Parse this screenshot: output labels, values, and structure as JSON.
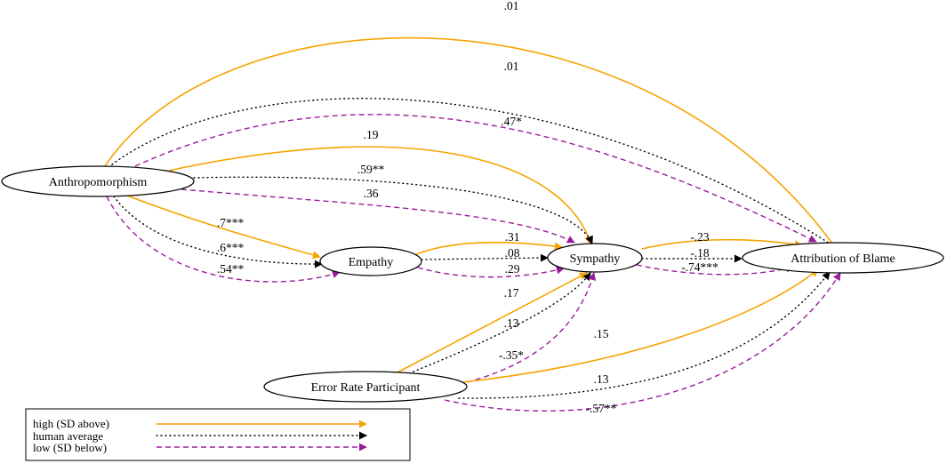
{
  "colors": {
    "high": "#F5A400",
    "avg": "#000000",
    "low": "#9B1C9B"
  },
  "nodes": {
    "anthro": "Anthropomorphism",
    "empathy": "Empathy",
    "sympathy": "Sympathy",
    "blame": "Attribution of Blame",
    "error": "Error Rate Participant"
  },
  "edges": [
    {
      "from": "anthro",
      "to": "blame",
      "group": "high",
      "label": ".01"
    },
    {
      "from": "anthro",
      "to": "blame",
      "group": "avg",
      "label": ".01"
    },
    {
      "from": "anthro",
      "to": "blame",
      "group": "low",
      "label": ".47*"
    },
    {
      "from": "anthro",
      "to": "sympathy",
      "group": "high",
      "label": ".19"
    },
    {
      "from": "anthro",
      "to": "sympathy",
      "group": "avg",
      "label": ".59**"
    },
    {
      "from": "anthro",
      "to": "sympathy",
      "group": "low",
      "label": ".36"
    },
    {
      "from": "anthro",
      "to": "empathy",
      "group": "high",
      "label": ".7***"
    },
    {
      "from": "anthro",
      "to": "empathy",
      "group": "avg",
      "label": ".6***"
    },
    {
      "from": "anthro",
      "to": "empathy",
      "group": "low",
      "label": ".54**"
    },
    {
      "from": "empathy",
      "to": "sympathy",
      "group": "high",
      "label": ".31"
    },
    {
      "from": "empathy",
      "to": "sympathy",
      "group": "avg",
      "label": ".08"
    },
    {
      "from": "empathy",
      "to": "sympathy",
      "group": "low",
      "label": ".29"
    },
    {
      "from": "sympathy",
      "to": "blame",
      "group": "high",
      "label": "-.23"
    },
    {
      "from": "sympathy",
      "to": "blame",
      "group": "avg",
      "label": "-.18"
    },
    {
      "from": "sympathy",
      "to": "blame",
      "group": "low",
      "label": "-.74***"
    },
    {
      "from": "error",
      "to": "sympathy",
      "group": "high",
      "label": ".17"
    },
    {
      "from": "error",
      "to": "sympathy",
      "group": "avg",
      "label": ".13"
    },
    {
      "from": "error",
      "to": "sympathy",
      "group": "low",
      "label": "-.35*"
    },
    {
      "from": "error",
      "to": "blame",
      "group": "high",
      "label": ".15"
    },
    {
      "from": "error",
      "to": "blame",
      "group": "avg",
      "label": ".13"
    },
    {
      "from": "error",
      "to": "blame",
      "group": "low",
      "label": "-.57**"
    }
  ],
  "legend": {
    "items": [
      {
        "group": "high",
        "label": "high (SD above)"
      },
      {
        "group": "avg",
        "label": "human average"
      },
      {
        "group": "low",
        "label": "low (SD below)"
      }
    ]
  }
}
